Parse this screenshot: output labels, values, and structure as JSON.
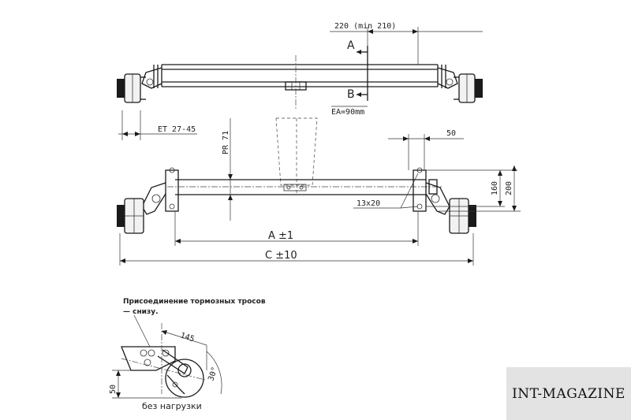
{
  "top_view": {
    "dim_offset": "220 (min 210)",
    "section_a": "A",
    "section_b": "B",
    "ea": "EA=90mm",
    "et": "ET 27-45"
  },
  "bottom_view": {
    "pr": "PR 71",
    "dim_50": "50",
    "dim_160": "160",
    "dim_200": "200",
    "bolt": "13x20",
    "dim_a": "A ±1",
    "dim_c": "C ±10"
  },
  "detail": {
    "note_line1": "Присоединение тормозных тросов",
    "note_line2": "— снизу.",
    "dim_145": "145",
    "dim_50v": "50",
    "angle": "30°",
    "caption": "без нагрузки"
  },
  "watermark": "INT-MAGAZINE"
}
